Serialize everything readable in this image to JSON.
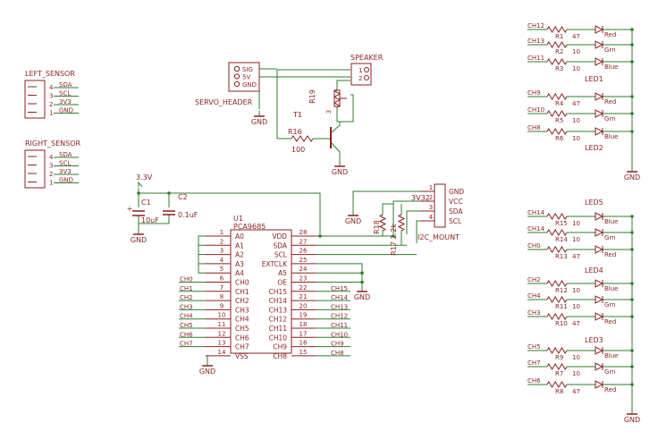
{
  "colors": {
    "ink": "#8c1f1f",
    "wire": "#2e7d2e",
    "bg": "#ffffff"
  },
  "left_sensor": {
    "title": "LEFT_SENSOR",
    "pins": [
      {
        "num": "4",
        "name": "SDA"
      },
      {
        "num": "3",
        "name": "SCL"
      },
      {
        "num": "2",
        "name": "3V3"
      },
      {
        "num": "1",
        "name": "GND"
      }
    ]
  },
  "right_sensor": {
    "title": "RIGHT_SENSOR",
    "pins": [
      {
        "num": "4",
        "name": "SDA"
      },
      {
        "num": "3",
        "name": "SCL"
      },
      {
        "num": "2",
        "name": "3V3"
      },
      {
        "num": "1",
        "name": "GND"
      }
    ]
  },
  "servo": {
    "title": "SERVO_HEADER",
    "pins": [
      "SIG",
      "5V",
      "GND"
    ],
    "gnd": "GND"
  },
  "speaker": {
    "title": "SPEAKER",
    "pins": [
      "1",
      "2"
    ]
  },
  "r19": {
    "name": "R19",
    "pin": "3"
  },
  "t1": {
    "name": "T1",
    "gnd": "GND"
  },
  "r16": {
    "name": "R16",
    "value": "100"
  },
  "power": {
    "rail": "3.3V",
    "gnd": "GND"
  },
  "c1": {
    "name": "C1",
    "value": "10uF"
  },
  "c2": {
    "name": "C2",
    "value": "0.1uF"
  },
  "u1": {
    "name": "U1",
    "part": "PCA9685",
    "left": [
      {
        "n": "1",
        "p": "A0"
      },
      {
        "n": "2",
        "p": "A1"
      },
      {
        "n": "3",
        "p": "A2"
      },
      {
        "n": "4",
        "p": "A3"
      },
      {
        "n": "5",
        "p": "A4"
      },
      {
        "n": "6",
        "p": "CH0"
      },
      {
        "n": "7",
        "p": "CH1"
      },
      {
        "n": "8",
        "p": "CH2"
      },
      {
        "n": "9",
        "p": "CH3"
      },
      {
        "n": "10",
        "p": "CH4"
      },
      {
        "n": "11",
        "p": "CH5"
      },
      {
        "n": "12",
        "p": "CH6"
      },
      {
        "n": "13",
        "p": "CH7"
      },
      {
        "n": "14",
        "p": "VSS"
      }
    ],
    "right": [
      {
        "n": "28",
        "p": "VDD"
      },
      {
        "n": "27",
        "p": "SDA"
      },
      {
        "n": "26",
        "p": "SCL"
      },
      {
        "n": "25",
        "p": "EXTCLK"
      },
      {
        "n": "24",
        "p": "A5"
      },
      {
        "n": "23",
        "p": "OE"
      },
      {
        "n": "22",
        "p": "CH15"
      },
      {
        "n": "21",
        "p": "CH14"
      },
      {
        "n": "20",
        "p": "CH13"
      },
      {
        "n": "19",
        "p": "CH12"
      },
      {
        "n": "18",
        "p": "CH11"
      },
      {
        "n": "17",
        "p": "CH10"
      },
      {
        "n": "16",
        "p": "CH9"
      },
      {
        "n": "15",
        "p": "CH8"
      }
    ],
    "left_nets": [
      "CH0",
      "CH1",
      "CH2",
      "CH3",
      "CH4",
      "CH5",
      "CH6",
      "CH7"
    ],
    "right_nets": [
      "CH15",
      "CH14",
      "CH13",
      "CH12",
      "CH11",
      "CH10",
      "CH9",
      "CH8"
    ],
    "gnd": "GND"
  },
  "i2c": {
    "title": "I2C_MOUNT",
    "pins": [
      {
        "num": "1",
        "name": "GND"
      },
      {
        "num": "2",
        "name": "VCC"
      },
      {
        "num": "3",
        "name": "SDA"
      },
      {
        "num": "4",
        "name": "SCL"
      }
    ],
    "net": "3V32",
    "gnd": "GND"
  },
  "r17": {
    "name": "R17",
    "value": "2.2k"
  },
  "r18": {
    "name": "R18"
  },
  "led_top": [
    {
      "ch": "CH12",
      "res": "R1",
      "val": "47",
      "color": "Red"
    },
    {
      "ch": "CH13",
      "res": "R2",
      "val": "10",
      "color": "Grn"
    },
    {
      "ch": "CH11",
      "res": "R3",
      "val": "10",
      "color": "Blue"
    },
    {
      "ch": "CH9",
      "res": "R4",
      "val": "47",
      "color": "Red"
    },
    {
      "ch": "CH10",
      "res": "R5",
      "val": "10",
      "color": "Grn"
    },
    {
      "ch": "CH8",
      "res": "R6",
      "val": "10",
      "color": "Blue"
    }
  ],
  "led_top_names": [
    "LED1",
    "LED2"
  ],
  "led_bottom": [
    {
      "ch": "CH14",
      "res": "R15",
      "val": "10",
      "color": "Blue"
    },
    {
      "ch": "CH14",
      "res": "R14",
      "val": "10",
      "color": "Grn"
    },
    {
      "ch": "CH0",
      "res": "R13",
      "val": "47",
      "color": "Red"
    },
    {
      "ch": "CH2",
      "res": "R12",
      "val": "10",
      "color": "Blue"
    },
    {
      "ch": "CH4",
      "res": "R11",
      "val": "10",
      "color": "Grn"
    },
    {
      "ch": "CH3",
      "res": "R10",
      "val": "47",
      "color": "Red"
    },
    {
      "ch": "CH5",
      "res": "R9",
      "val": "10",
      "color": "Blue"
    },
    {
      "ch": "CH7",
      "res": "R7",
      "val": "10",
      "color": "Grn"
    },
    {
      "ch": "CH6",
      "res": "R8",
      "val": "47",
      "color": "Red"
    }
  ],
  "led_bottom_names": [
    "LED5",
    "LED4",
    "LED3"
  ],
  "gnd_label": "GND"
}
